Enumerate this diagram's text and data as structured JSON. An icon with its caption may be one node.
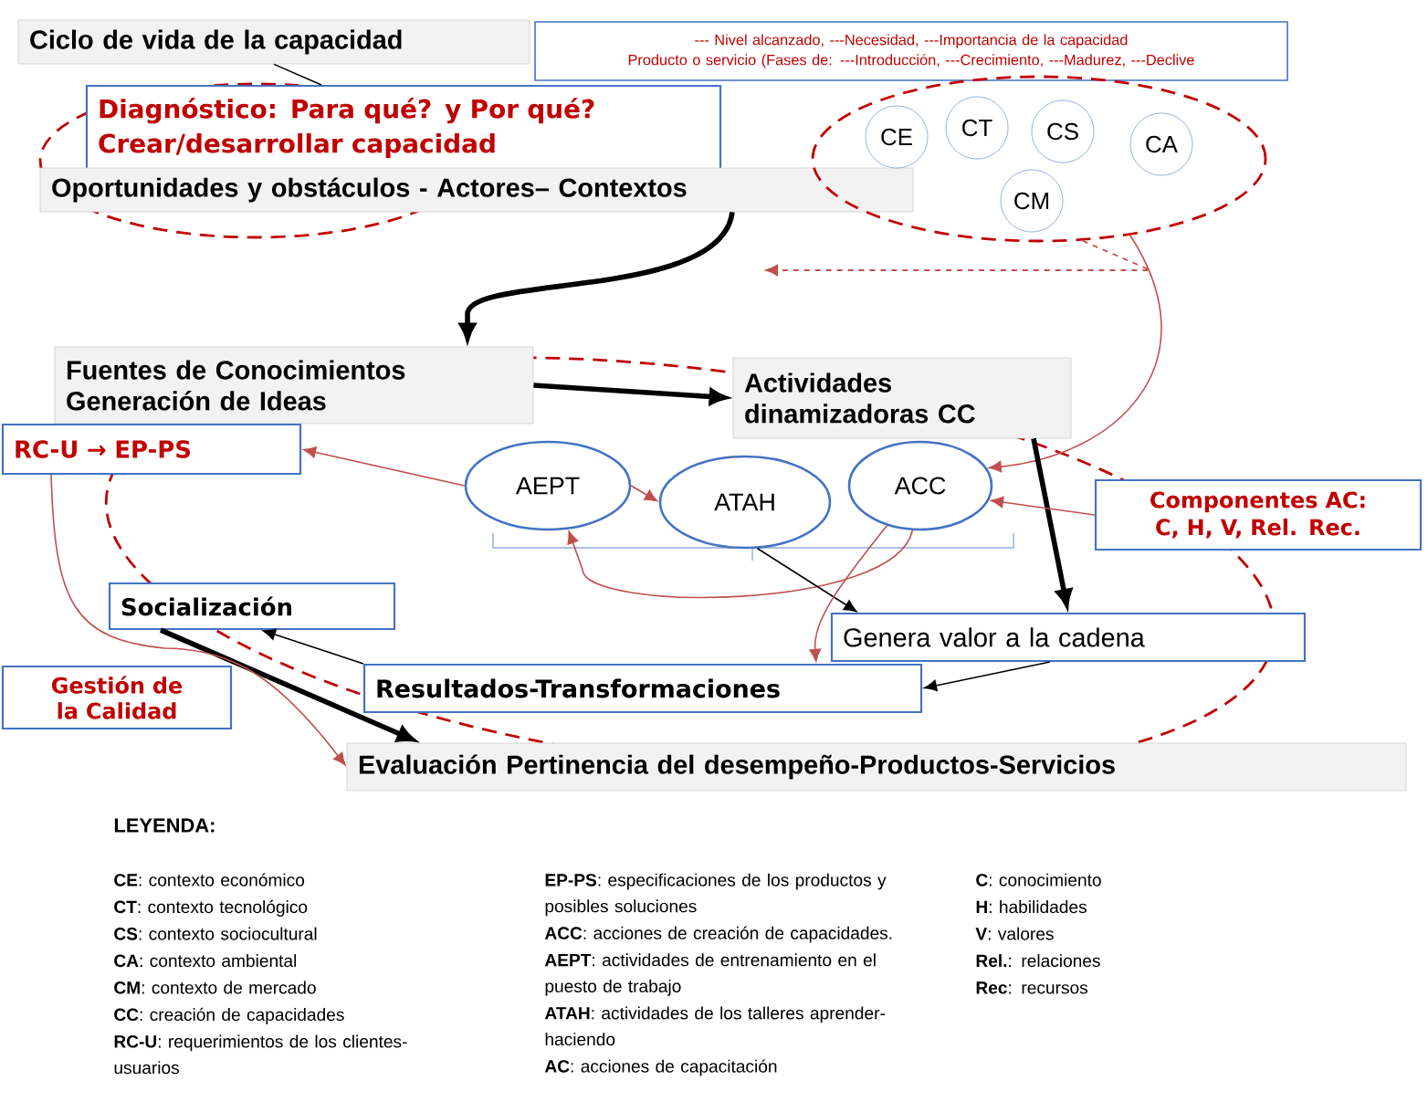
{
  "diagram": {
    "nodes": [
      {
        "text": [
          "Ciclo de vida de la capacidad"
        ]
      },
      {
        "text": [
          "--- Nivel alcanzado, ---Necesidad, ---Importancia de la capacidad",
          "Producto o servicio (Fases de: ---Introducción, ---Crecimiento, ---Madurez, ---Declive"
        ]
      },
      {
        "text": [
          "Diagnóstico: Para qué? y Por qué? Crear/desarrollar capacidad"
        ]
      },
      {
        "text": [
          "Oportunidades y obstáculos - Actores– Contextos"
        ]
      },
      {
        "text": [],
        "shape": "ellipse"
      },
      {
        "text": [
          "CE"
        ],
        "in": 4
      },
      {
        "text": [
          "CT"
        ],
        "in": 4
      },
      {
        "text": [
          "CS"
        ],
        "in": 4
      },
      {
        "text": [
          "CA"
        ],
        "in": 4
      },
      {
        "text": [
          "CM"
        ],
        "in": 4
      },
      {
        "text": [
          "Fuentes de Conocimientos",
          "Generación de Ideas"
        ]
      },
      {
        "text": [
          "Actividades dinamizadoras CC"
        ]
      },
      {
        "text": [
          "RC-U → EP-PS"
        ]
      },
      {
        "text": [
          "AEPT"
        ]
      },
      {
        "text": [
          "ATAH"
        ]
      },
      {
        "text": [
          "ACC"
        ]
      },
      {
        "text": [
          "Componentes AC:",
          "C, H, V, Rel. Rec."
        ]
      },
      {
        "text": [
          "Socialización"
        ]
      },
      {
        "text": [
          "Genera valor a la cadena"
        ]
      },
      {
        "text": [
          "Gestión de la Calidad"
        ]
      },
      {
        "text": [
          "Resultados-Transformaciones"
        ]
      },
      {
        "text": [
          "Evaluación Pertinencia del desempeño-Productos-Servicios"
        ]
      }
    ],
    "edges": [
      {
        "from": 0,
        "to": 2,
        "arrow": "none"
      },
      {
        "from": 3,
        "to": 10,
        "arrow": "to",
        "style": "thick"
      },
      {
        "from": 4,
        "to": null,
        "arrow": "to",
        "style": "dashed",
        "color": "#c0504d"
      },
      {
        "from": 4,
        "to": 15,
        "arrow": "to",
        "color": "#c0504d"
      },
      {
        "from": 10,
        "to": 11,
        "arrow": "to",
        "style": "thick"
      },
      {
        "from": 11,
        "to": 18,
        "arrow": "to",
        "style": "thick"
      },
      {
        "from": 13,
        "to": 12,
        "arrow": "to",
        "color": "#c0504d"
      },
      {
        "from": 13,
        "to": 14,
        "arrow": "to",
        "color": "#c0504d"
      },
      {
        "from": 15,
        "to": 13,
        "arrow": "to",
        "color": "#c0504d"
      },
      {
        "from": 16,
        "to": 15,
        "arrow": "to",
        "color": "#c0504d"
      },
      {
        "from": 14,
        "to": 18,
        "arrow": "to"
      },
      {
        "from": 15,
        "to": 20,
        "arrow": "to",
        "color": "#c0504d"
      },
      {
        "from": 18,
        "to": 20,
        "arrow": "to"
      },
      {
        "from": 20,
        "to": 17,
        "arrow": "to"
      },
      {
        "from": 17,
        "to": 21,
        "arrow": "to",
        "style": "thick"
      },
      {
        "from": 12,
        "to": 21,
        "arrow": "to",
        "color": "#c0504d"
      }
    ],
    "labels": [
      "LEYENDA:"
    ],
    "legend": [
      {
        "text": "**CE**: contexto económico"
      },
      {
        "text": "**CT**: contexto tecnológico"
      },
      {
        "text": "**CS**: contexto sociocultural"
      },
      {
        "text": "**CA**: contexto ambiental"
      },
      {
        "text": "**CM**: contexto de mercado"
      },
      {
        "text": "**CC**: creación de capacidades"
      },
      {
        "text": "**RC-U**: requerimientos de los clientes-usuarios"
      },
      {
        "text": "**EP-PS**: especificaciones de los productos y posibles soluciones"
      },
      {
        "text": "**ACC**: acciones de creación de capacidades."
      },
      {
        "text": "**AEPT**: actividades de entrenamiento en el puesto de trabajo"
      },
      {
        "text": "**ATAH**: actividades de los talleres aprender-haciendo"
      },
      {
        "text": "**AC**: acciones de capacitación"
      },
      {
        "text": "**C**: conocimiento"
      },
      {
        "text": "**H**: habilidades"
      },
      {
        "text": "**V**: valores"
      },
      {
        "text": "**Rel.**: relaciones"
      },
      {
        "text": "**Rec**: recursos"
      }
    ]
  }
}
